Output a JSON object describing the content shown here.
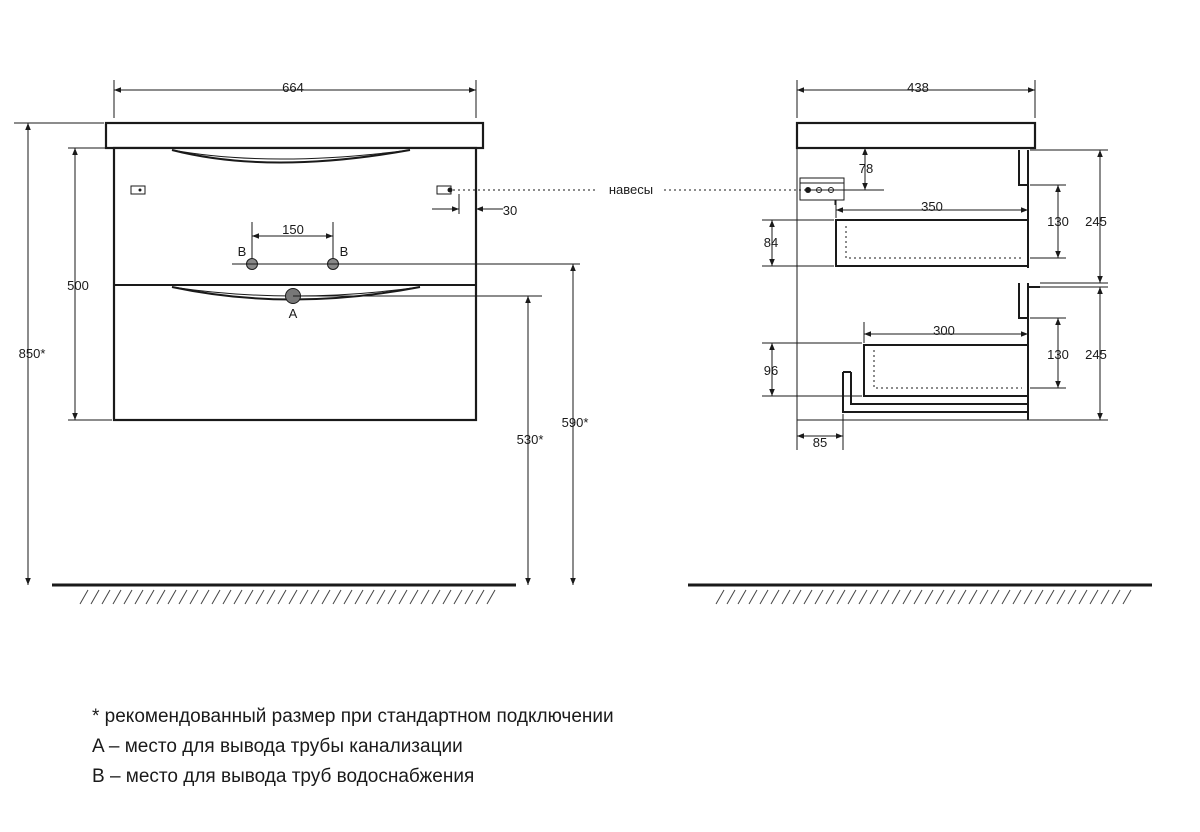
{
  "front_view": {
    "width_dim": "664",
    "total_height_dim": "850*",
    "body_height_dim": "500",
    "hinge_offset_dim": "30",
    "water_spacing_dim": "150",
    "water_label_left": "B",
    "water_label_right": "B",
    "drain_label": "A",
    "drain_height_dim": "530*",
    "water_height_dim": "590*"
  },
  "hinges_label": "навесы",
  "side_view": {
    "depth_dim": "438",
    "hinge_depth_dim": "78",
    "upper_drawer_depth_dim": "350",
    "upper_drawer_height_dim": "84",
    "upper_inner_dim": "130",
    "upper_outer_dim": "245",
    "lower_drawer_depth_dim": "300",
    "lower_drawer_height_dim": "96",
    "lower_inner_dim": "130",
    "lower_outer_dim": "245",
    "bottom_offset_dim": "85"
  },
  "notes": [
    "* рекомендованный размер при стандартном подключении",
    "A – место для вывода трубы канализации",
    "B – место для вывода труб водоснабжения"
  ]
}
